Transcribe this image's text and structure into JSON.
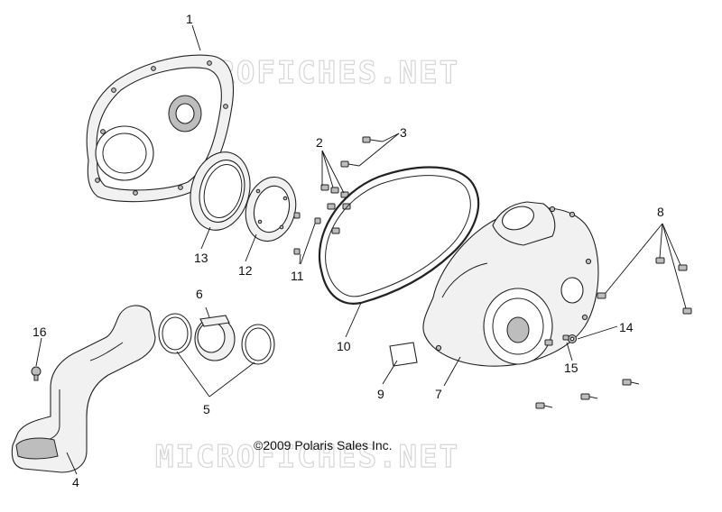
{
  "watermark": "MICROFICHES.NET",
  "copyright": "©2009 Polaris Sales Inc.",
  "callouts": {
    "c1": "1",
    "c2": "2",
    "c3": "3",
    "c4": "4",
    "c5": "5",
    "c6": "6",
    "c7": "7",
    "c8": "8",
    "c9": "9",
    "c10": "10",
    "c11": "11",
    "c12": "12",
    "c13": "13",
    "c14": "14",
    "c15": "15",
    "c16": "16"
  }
}
